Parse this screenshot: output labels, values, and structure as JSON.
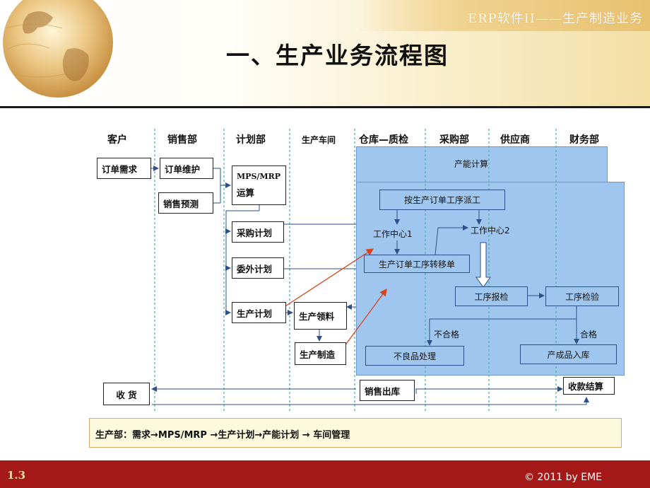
{
  "header": {
    "deck_title": "ERP软件II——生产制造业务",
    "slide_title": "一、生产业务流程图"
  },
  "lanes": [
    "客户",
    "销售部",
    "计划部",
    "生产车间",
    "仓库—质检",
    "采购部",
    "供应商",
    "财务部"
  ],
  "boxes": {
    "order_demand": "订单需求",
    "order_maintain": "订单维护",
    "sales_forecast": "销售预测",
    "mps_mrp_line1": "MPS/MRP",
    "mps_mrp_line2": "运算",
    "purchase_plan": "采购计划",
    "outsource_plan": "委外计划",
    "production_plan": "生产计划",
    "production_material": "生产领料",
    "production_make": "生产制造",
    "receive_goods": "收  货",
    "sales_outbound": "销售出库",
    "payment_settlement": "收款结算"
  },
  "process": {
    "capacity_calc": "产能计算",
    "dispatch": "按生产订单工序派工",
    "wc1": "工作中心1",
    "wc2": "工作中心2",
    "transfer": "生产订单工序转移单",
    "report_inspect": "工序报检",
    "inspect": "工序检验",
    "reject_label": "不合格",
    "pass_label": "合格",
    "defect_handling": "不良品处理",
    "finished_storage": "产成品入库"
  },
  "summary": "生产部：需求→MPS/MRP →生产计划→产能计划 → 车间管理",
  "footer": {
    "page": "1.3",
    "copyright": "© 2011  by EME"
  },
  "colors": {
    "process_fill": "#9fc6ee",
    "footer": "#a41818",
    "arrow_red": "#d8421c",
    "line_blue": "#2e4f8a",
    "lane_divider": "#4fa8a0"
  }
}
